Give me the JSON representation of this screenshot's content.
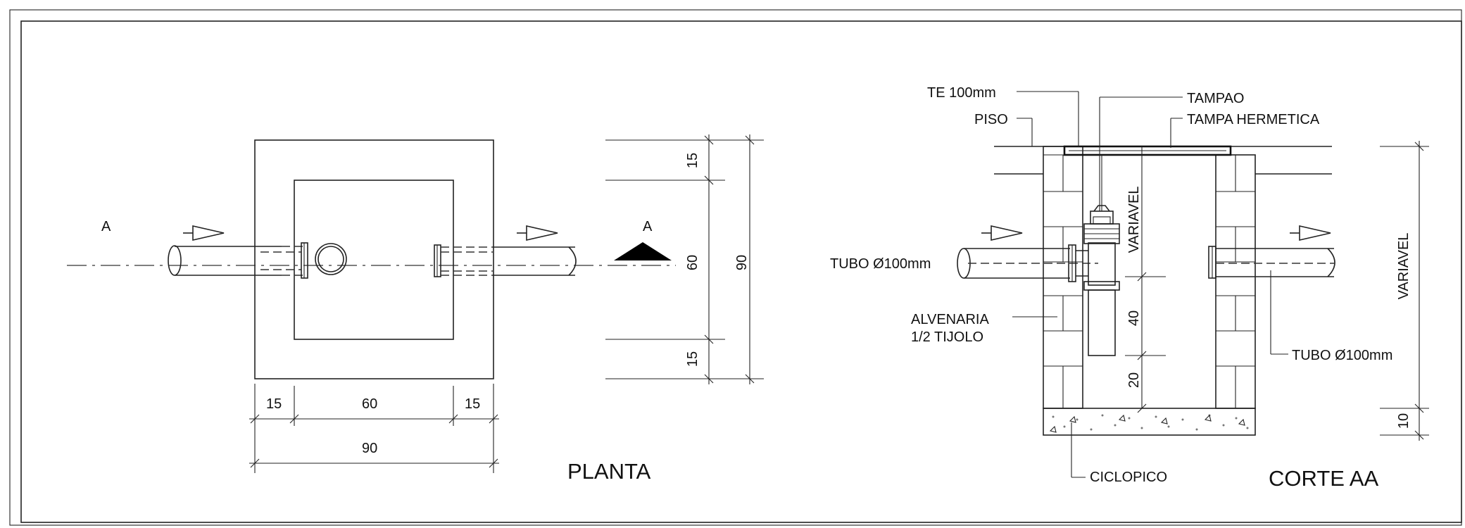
{
  "planta": {
    "title": "PLANTA",
    "section_marker_left": "A",
    "section_marker_right": "A",
    "dim_bottom": [
      "15",
      "60",
      "15"
    ],
    "dim_bottom_total": "90",
    "dim_right": [
      "15",
      "60",
      "15"
    ],
    "dim_right_total": "90"
  },
  "corte": {
    "title": "CORTE AA",
    "labels": {
      "te": "TE 100mm",
      "piso": "PISO",
      "tampao": "TAMPAO",
      "tampa": "TAMPA HERMETICA",
      "tubo_left": "TUBO Ø100mm",
      "tubo_right": "TUBO Ø100mm",
      "alvenaria_1": "ALVENARIA",
      "alvenaria_2": "1/2 TIJOLO",
      "ciclopico": "CICLOPICO"
    },
    "dims": {
      "variavel_inner": "VARIAVEL",
      "variavel_outer": "VARIAVEL",
      "d40": "40",
      "d20": "20",
      "d10": "10"
    }
  },
  "colors": {
    "line": "#222222",
    "background": "#ffffff"
  }
}
